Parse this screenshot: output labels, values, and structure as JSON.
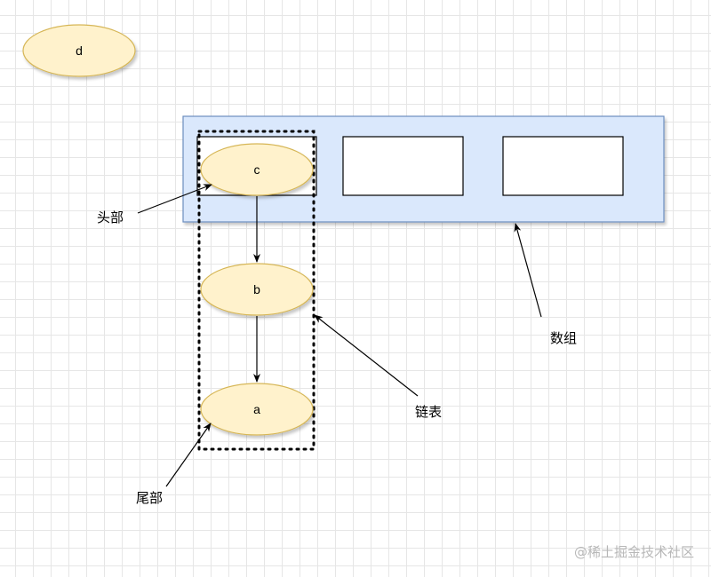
{
  "diagram": {
    "nodes": {
      "d": "d",
      "c": "c",
      "b": "b",
      "a": "a"
    },
    "annotations": {
      "head": "头部",
      "tail": "尾部",
      "linked_list": "链表",
      "array": "数组"
    },
    "watermark": "@稀土掘金技术社区"
  },
  "colors": {
    "node_fill": "#fff2cc",
    "node_stroke": "#d6b656",
    "array_fill": "#dae8fc",
    "array_stroke": "#6c8ebf",
    "slot_fill": "#ffffff",
    "line": "#000000"
  }
}
